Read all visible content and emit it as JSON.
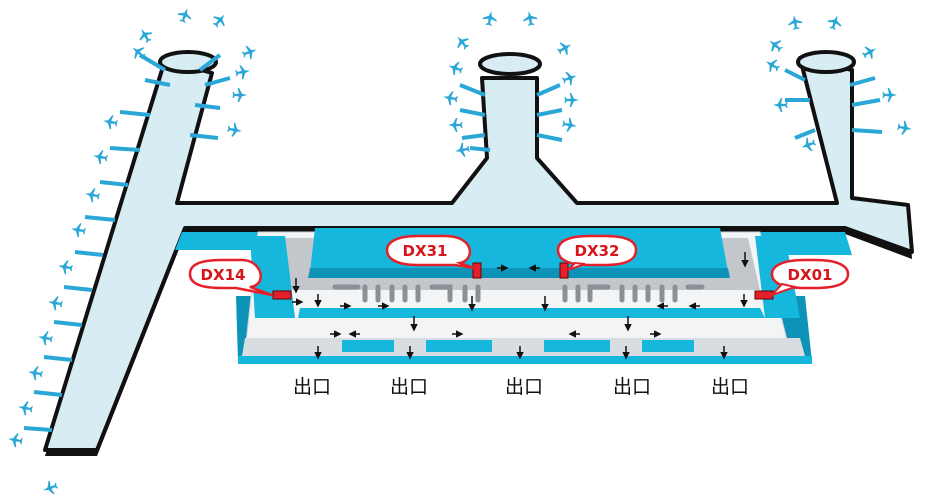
{
  "colors": {
    "concourse_fill": "#d7ecf3",
    "outline": "#111111",
    "roof_blue": "#15b7dc",
    "roof_dark": "#0d93b8",
    "floor_white": "#f2f4f6",
    "belt_gray": "#9a9da3",
    "callout_red": "#e5202a",
    "callout_text": "#d8141b",
    "plane_blue": "#2aa7d6"
  },
  "icons": {
    "aircraft": "airplane-icon",
    "arrow": "arrow-icon",
    "marker": "red-position-marker"
  },
  "callouts": [
    {
      "id": "dx14",
      "label": "DX14"
    },
    {
      "id": "dx31",
      "label": "DX31"
    },
    {
      "id": "dx32",
      "label": "DX32"
    },
    {
      "id": "dx01",
      "label": "DX01"
    }
  ],
  "exits": [
    {
      "label": "出口"
    },
    {
      "label": "出口"
    },
    {
      "label": "出口"
    },
    {
      "label": "出口"
    },
    {
      "label": "出口"
    }
  ]
}
